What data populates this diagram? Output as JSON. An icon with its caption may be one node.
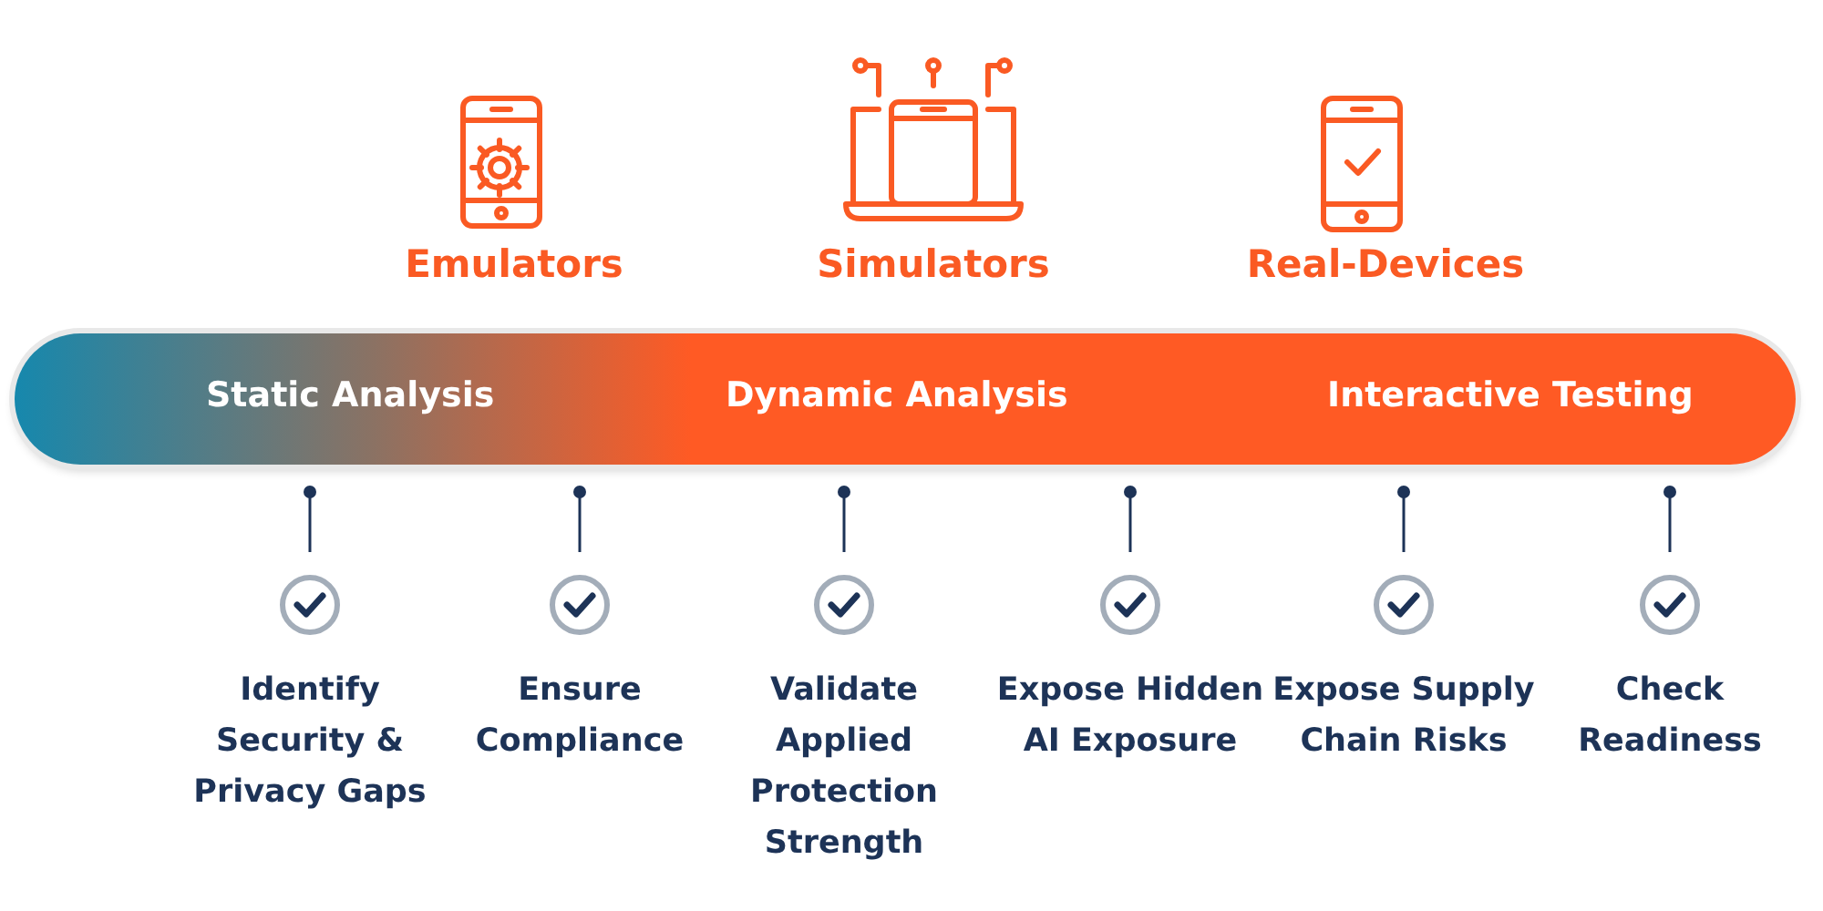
{
  "diagram": {
    "nodes": [
      {
        "text": [
          "Static Analysis",
          "Dynamic Analysis",
          "Interactive Testing"
        ]
      }
    ],
    "labels": [
      "Emulators",
      "Simulators",
      "Real-Devices",
      "Identify Security & Privacy Gaps",
      "Ensure Compliance",
      "Validate Applied Protection Strength",
      "Expose Hidden AI Exposure",
      "Expose Supply Chain Risks",
      "Check Readiness"
    ]
  }
}
